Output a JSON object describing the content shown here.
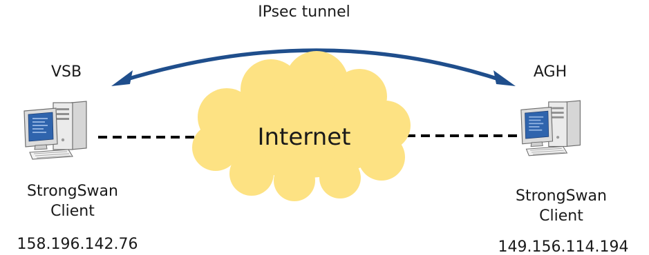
{
  "diagram": {
    "tunnel_label": "IPsec tunnel",
    "cloud_label": "Internet",
    "left_node": {
      "site": "VSB",
      "client_line1": "StrongSwan",
      "client_line2": "Client",
      "ip": "158.196.142.76"
    },
    "right_node": {
      "site": "AGH",
      "client_line1": "StrongSwan",
      "client_line2": "Client",
      "ip": "149.156.114.194"
    }
  },
  "colors": {
    "arrow": "#1f4e8c",
    "cloud_fill": "#fde283",
    "screen": "#2f64ad",
    "tower": "#ebebeb",
    "outline": "#6e6e6e",
    "link": "#000000"
  }
}
